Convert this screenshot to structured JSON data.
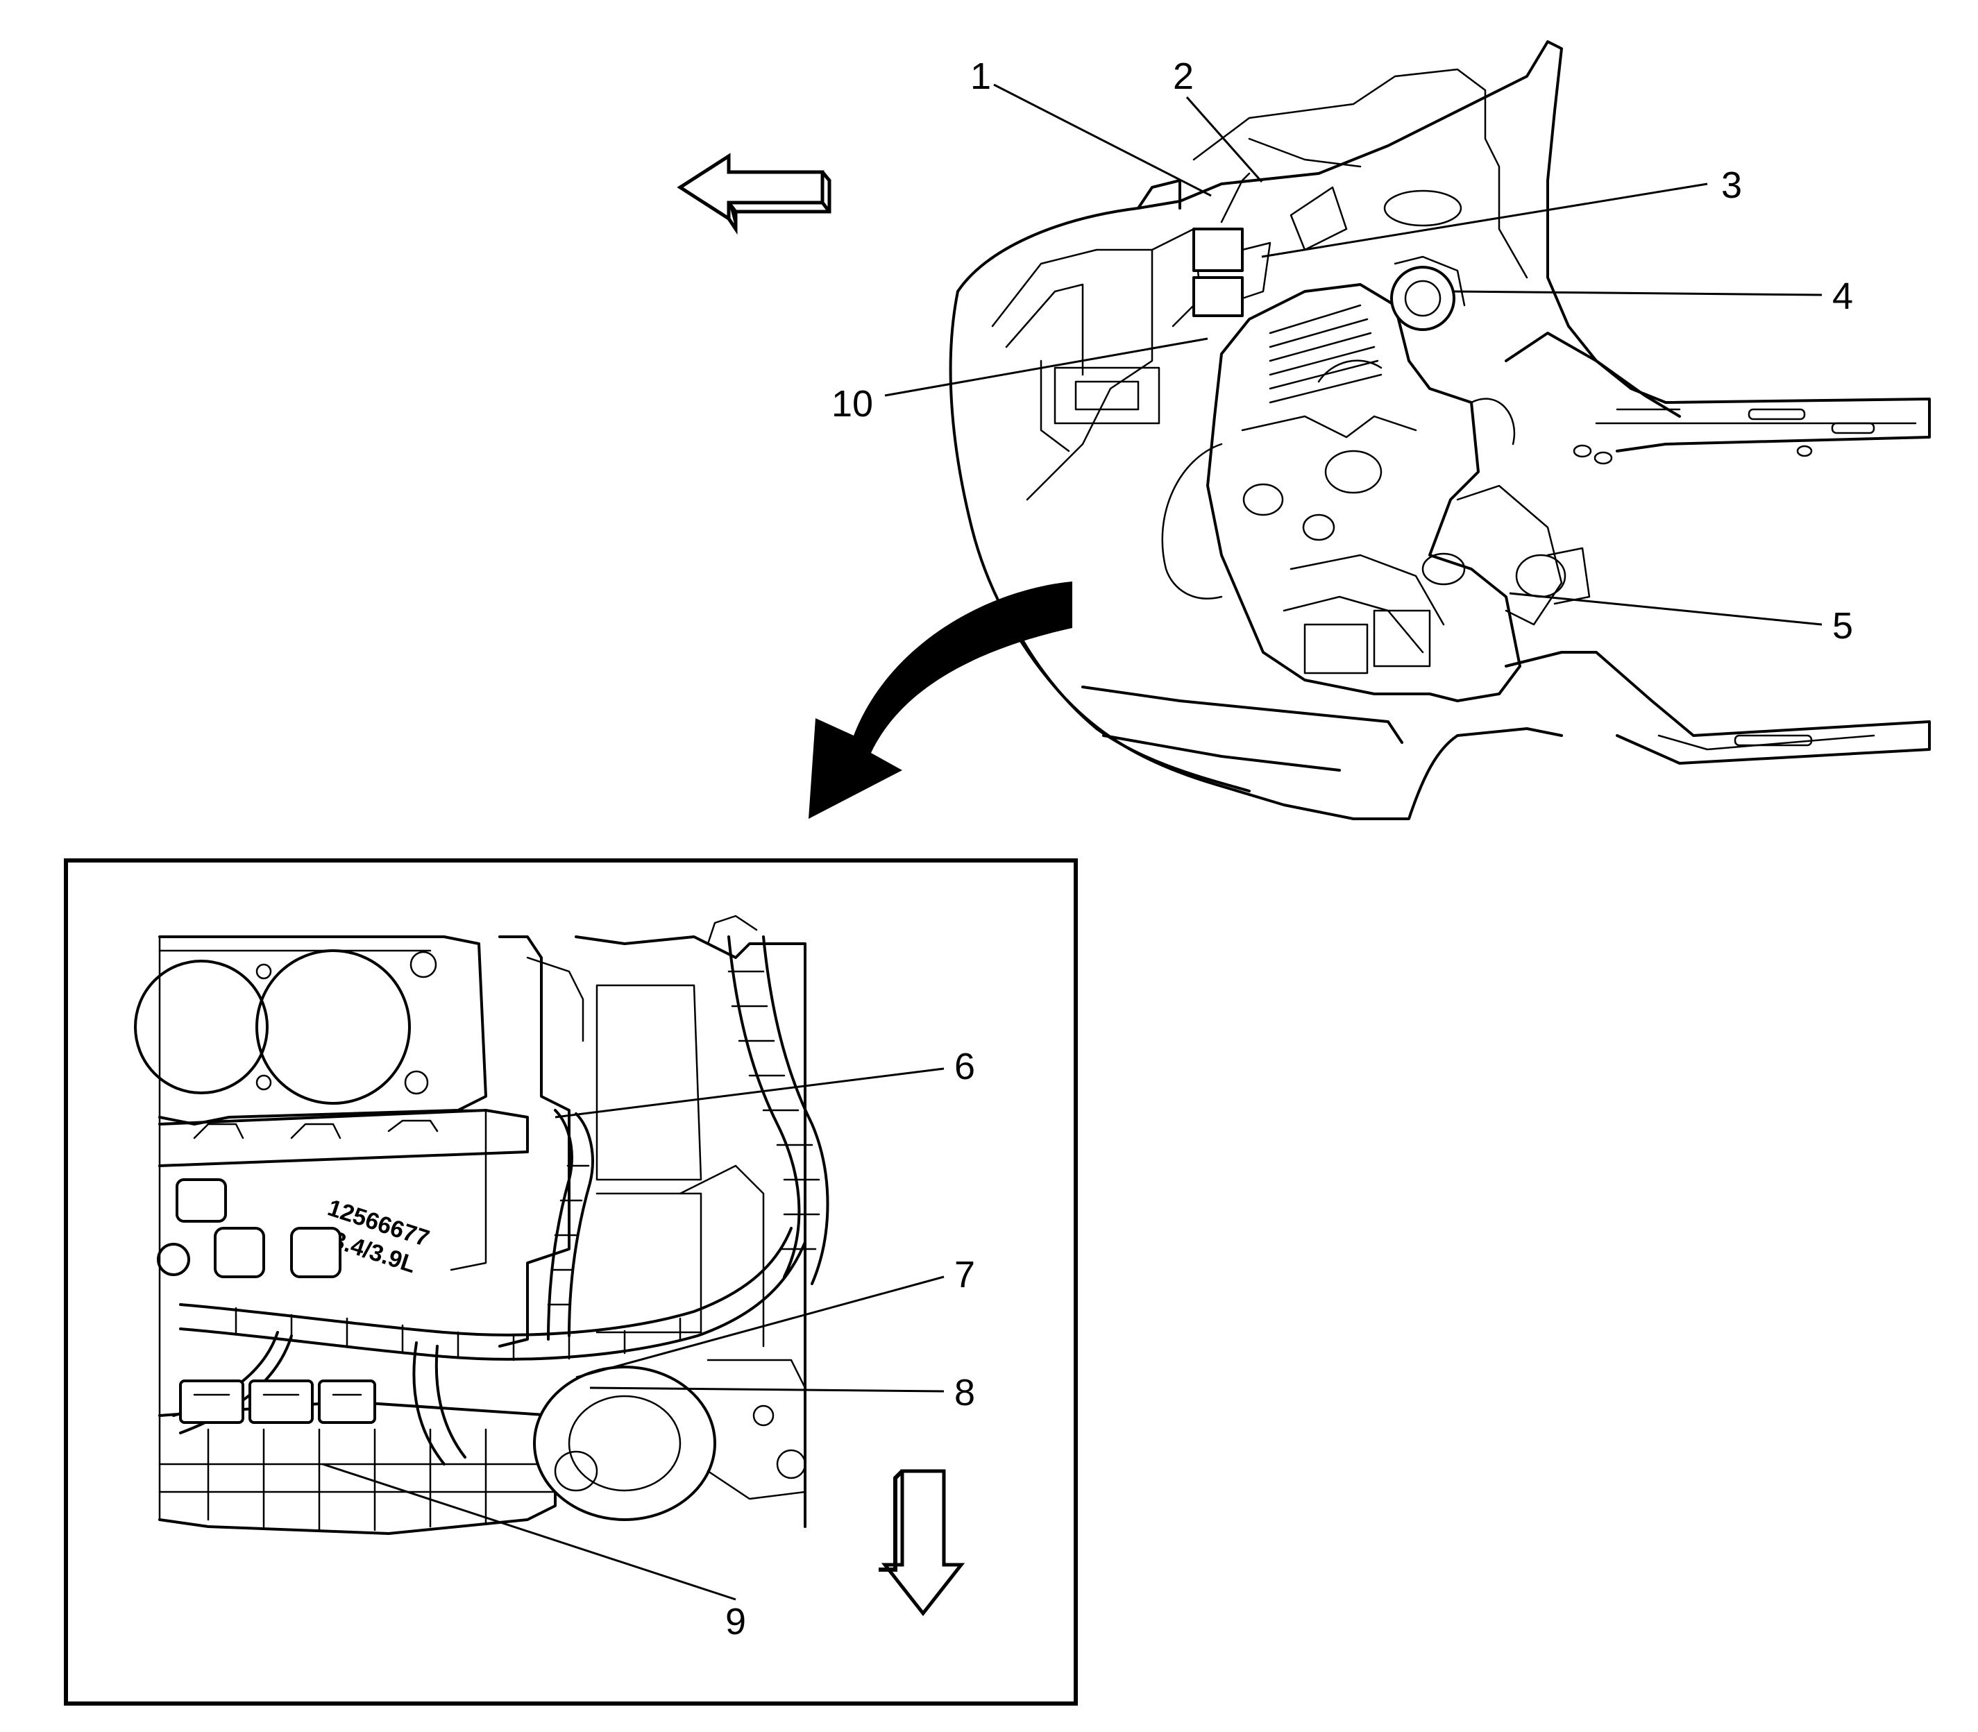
{
  "figure": {
    "callouts": [
      {
        "id": 1,
        "label": "1"
      },
      {
        "id": 2,
        "label": "2"
      },
      {
        "id": 3,
        "label": "3"
      },
      {
        "id": 4,
        "label": "4"
      },
      {
        "id": 5,
        "label": "5"
      },
      {
        "id": 6,
        "label": "6"
      },
      {
        "id": 7,
        "label": "7"
      },
      {
        "id": 8,
        "label": "8"
      },
      {
        "id": 9,
        "label": "9"
      },
      {
        "id": 10,
        "label": "10"
      }
    ],
    "casting_text": [
      "12566677",
      "3.4/3.9L"
    ],
    "icons": {
      "direction_arrow_top": "arrow-left-icon",
      "direction_arrow_detail": "arrow-down-icon",
      "zoom_arrow": "curved-arrow-icon"
    },
    "colors": {
      "ink": "#000000",
      "paper": "#ffffff"
    }
  }
}
